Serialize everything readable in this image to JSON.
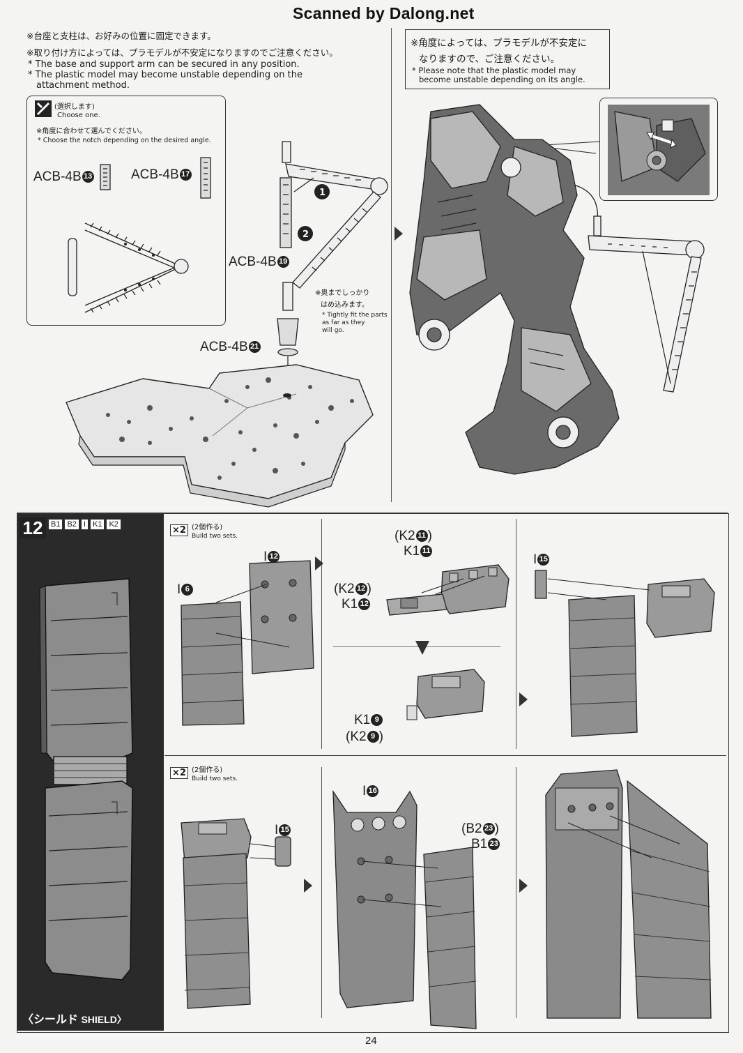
{
  "watermark": "Scanned by Dalong.net",
  "top_left": {
    "note_jp_1": "※台座と支柱は、お好みの位置に固定できます。",
    "note_jp_2": "※取り付け方によっては、プラモデルが不安定になりますのでご注意ください。",
    "note_en_1": "* The base and support arm can be secured in any position.",
    "note_en_2": "* The plastic model may become unstable depending on the",
    "note_en_3": "attachment method.",
    "choose_jp": "(選択します)",
    "choose_en": "Choose one.",
    "angle_jp": "※角度に合わせて選んでください。",
    "angle_en": "* Choose the notch depending on the desired angle.",
    "part_a": "ACB-4B",
    "part_a_num": "13",
    "part_b": "ACB-4B",
    "part_b_num": "17",
    "part_c": "ACB-4B",
    "part_c_num": "19",
    "part_d": "ACB-4B",
    "part_d_num": "21",
    "step_1": "1",
    "step_2": "2",
    "fit_jp_1": "※奥までしっかり",
    "fit_jp_2": "はめ込みます。",
    "fit_en_1": "* Tightly fit the parts",
    "fit_en_2": "as far as they",
    "fit_en_3": "will go."
  },
  "top_right": {
    "note_jp_1": "※角度によっては、プラモデルが不安定に",
    "note_jp_2": "なりますので、ご注意ください。",
    "note_en_1": "* Please note that the plastic model may",
    "note_en_2": "become unstable depending on its angle."
  },
  "step12": {
    "number": "12",
    "runners": [
      "B1",
      "B2",
      "I",
      "K1",
      "K2"
    ],
    "shield_label_jp": "〈シールド",
    "shield_label_en": "SHIELD〉",
    "panel_a": {
      "count": "×2",
      "count_jp": "(2個作る)",
      "count_en": "Build two sets.",
      "part_i12": "I",
      "part_i12_num": "12",
      "part_i6": "I",
      "part_i6_num": "6"
    },
    "panel_b": {
      "k2_11": "(K2",
      "k2_11_num": "11",
      "k1_11": "K1",
      "k1_11_num": "11",
      "k2_12": "(K2",
      "k2_12_num": "12",
      "k1_12": "K1",
      "k1_12_num": "12",
      "k1_9": "K1",
      "k1_9_num": "9",
      "k2_9": "(K2",
      "k2_9_num": "9"
    },
    "panel_c": {
      "part_i15": "I",
      "part_i15_num": "15"
    },
    "panel_d": {
      "count": "×2",
      "count_jp": "(2個作る)",
      "count_en": "Build two sets.",
      "part_i15": "I",
      "part_i15_num": "15"
    },
    "panel_e": {
      "part_i16": "I",
      "part_i16_num": "16",
      "b2_23": "(B2",
      "b2_23_num": "23",
      "b1_23": "B1",
      "b1_23_num": "23"
    }
  },
  "page_number": "24"
}
